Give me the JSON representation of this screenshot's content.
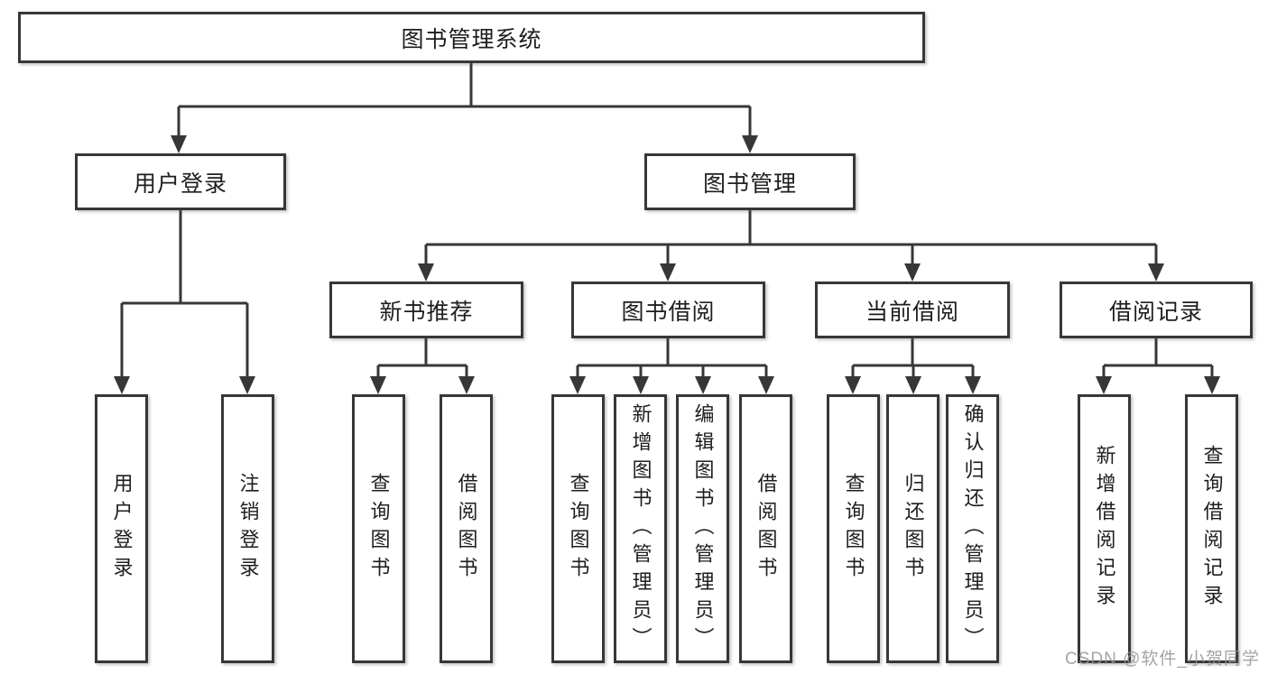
{
  "diagram": {
    "root": {
      "label": "图书管理系统"
    },
    "branches": [
      {
        "label": "用户登录",
        "children": [
          {
            "label": "用户登录"
          },
          {
            "label": "注销登录"
          }
        ]
      },
      {
        "label": "图书管理",
        "groups": [
          {
            "label": "新书推荐",
            "children": [
              {
                "label": "查询图书"
              },
              {
                "label": "借阅图书"
              }
            ]
          },
          {
            "label": "图书借阅",
            "children": [
              {
                "label": "查询图书"
              },
              {
                "label": "新增图书（管理员）"
              },
              {
                "label": "编辑图书（管理员）"
              },
              {
                "label": "借阅图书"
              }
            ]
          },
          {
            "label": "当前借阅",
            "children": [
              {
                "label": "查询图书"
              },
              {
                "label": "归还图书"
              },
              {
                "label": "确认归还（管理员）"
              }
            ]
          },
          {
            "label": "借阅记录",
            "children": [
              {
                "label": "新增借阅记录"
              },
              {
                "label": "查询借阅记录"
              }
            ]
          }
        ]
      }
    ]
  },
  "watermark": {
    "text": "CSDN @软件_小贺同学"
  },
  "colors": {
    "line": "#373737",
    "text": "#1e1e1e",
    "background": "#ffffff",
    "watermark": "#949494"
  }
}
